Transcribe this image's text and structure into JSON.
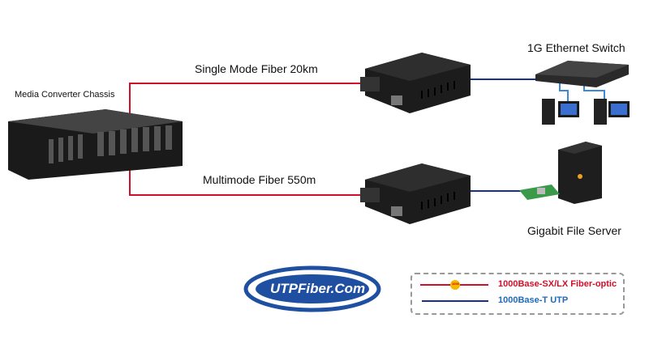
{
  "labels": {
    "chassis": "Media Converter Chassis",
    "single_mode": "Single Mode Fiber 20km",
    "multimode": "Multimode Fiber 550m",
    "switch": "1G Ethernet Switch",
    "server": "Gigabit File Server"
  },
  "logo": {
    "text": "UTPFiber.Com"
  },
  "legend": {
    "fiber_label": "1000Base-SX/LX Fiber-optic",
    "fiber_badge": "1000",
    "utp_label": "1000Base-T UTP"
  },
  "colors": {
    "fiber": "#d0102a",
    "utp": "#1a2f8a",
    "logo_blue": "#1f4fa0"
  }
}
